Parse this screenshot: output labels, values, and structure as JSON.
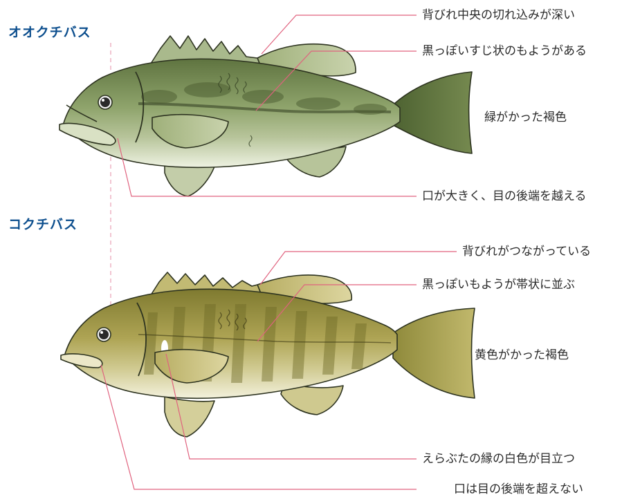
{
  "largemouth": {
    "title": "オオクチバス",
    "labels": {
      "dorsal_fin": "背びれ中央の切れ込みが深い",
      "markings": "黒っぽいすじ状のもようがある",
      "body_color": "緑がかった褐色",
      "mouth": "口が大きく、目の後端を越える"
    }
  },
  "smallmouth": {
    "title": "コクチバス",
    "labels": {
      "dorsal_fin": "背びれがつながっている",
      "markings": "黒っぽいもようが帯状に並ぶ",
      "body_color": "黄色がかった褐色",
      "gill_cover": "えらぶたの縁の白色が目立つ",
      "mouth": "口は目の後端を超えない"
    }
  },
  "colors": {
    "title_blue": "#0d4f8e",
    "leader_line": "#e0627e",
    "guide_dash": "#e8a0b4",
    "largemouth_body": "#7f9560",
    "smallmouth_body": "#a9a050"
  }
}
